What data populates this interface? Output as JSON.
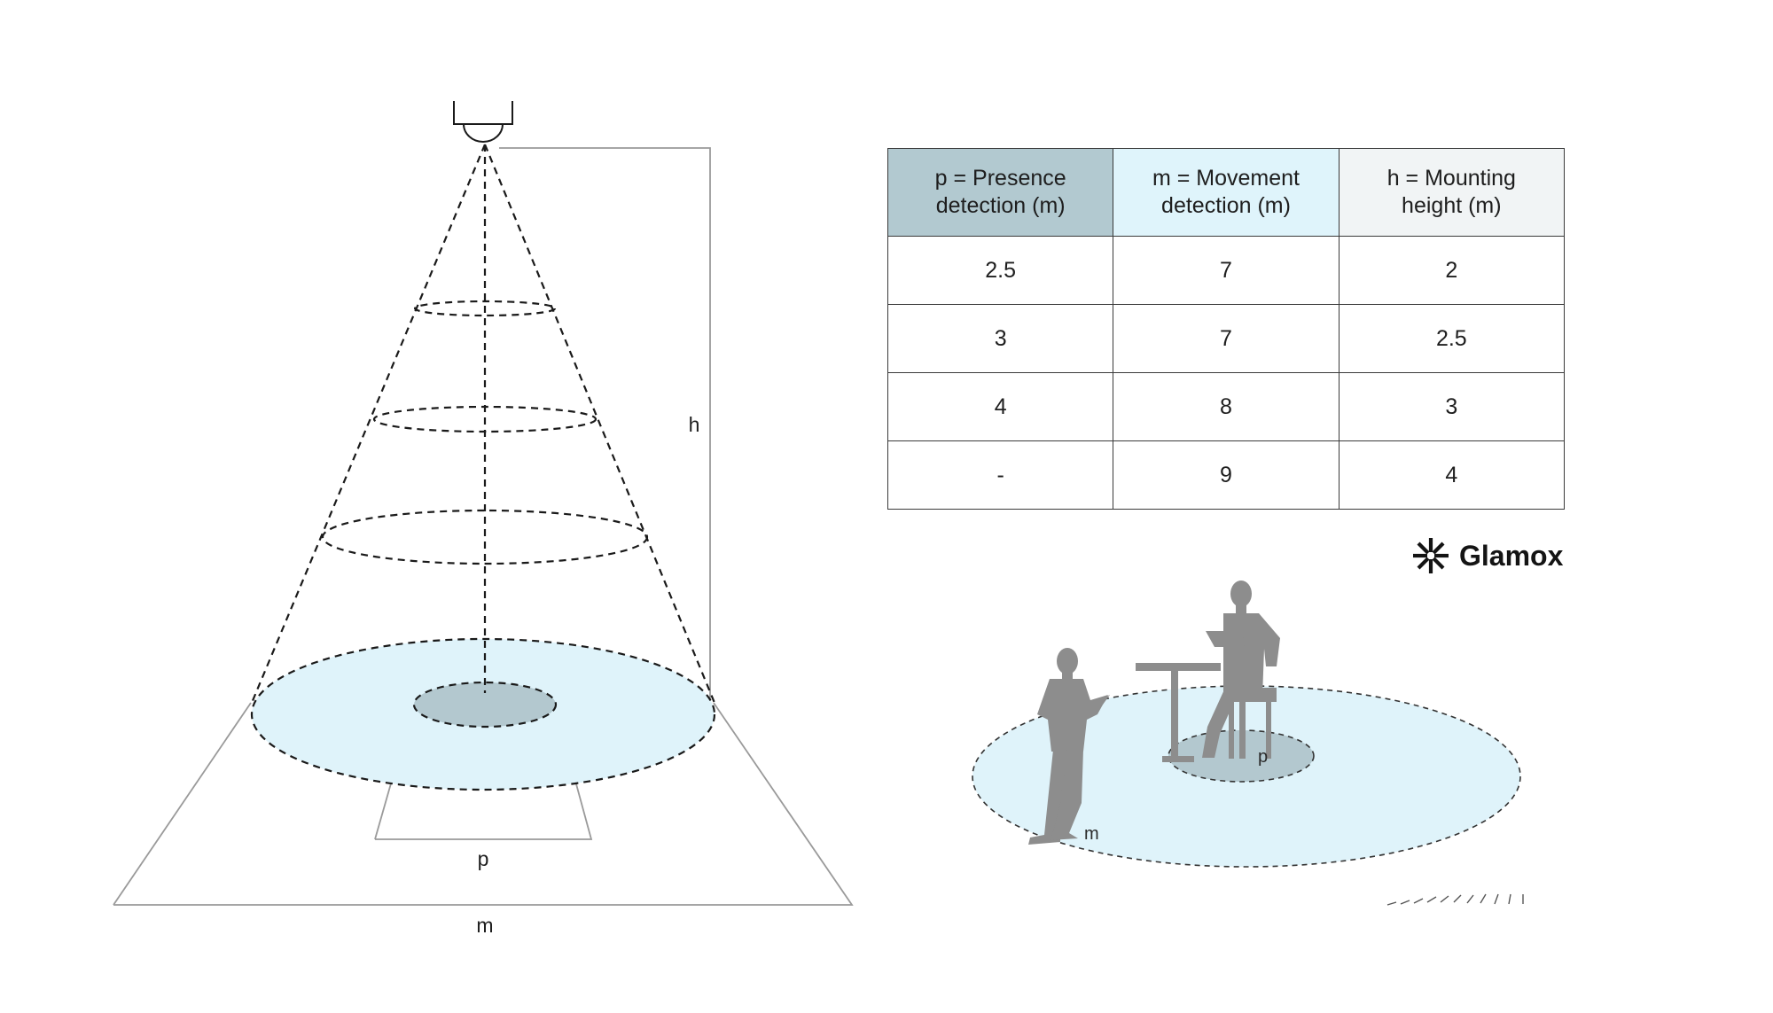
{
  "diagram": {
    "cone_labels": {
      "height": "h",
      "presence": "p",
      "movement": "m"
    },
    "scene_labels": {
      "presence": "p",
      "movement": "m"
    }
  },
  "table": {
    "headers": [
      {
        "line1": "p = Presence",
        "line2": "detection (m)"
      },
      {
        "line1": "m = Movement",
        "line2": "detection (m)"
      },
      {
        "line1": "h = Mounting",
        "line2": "height (m)"
      }
    ],
    "rows": [
      [
        "2.5",
        "7",
        "2"
      ],
      [
        "3",
        "7",
        "2.5"
      ],
      [
        "4",
        "8",
        "3"
      ],
      [
        "-",
        "9",
        "4"
      ]
    ]
  },
  "logo": {
    "text": "Glamox",
    "icon": "glamox-burst-icon"
  },
  "colors": {
    "movement_zone": "#dff3fa",
    "presence_zone": "#b3c8cf",
    "silhouette": "#8d8d8d",
    "line": "#9a9a9a",
    "dash": "#1a1a1a"
  }
}
